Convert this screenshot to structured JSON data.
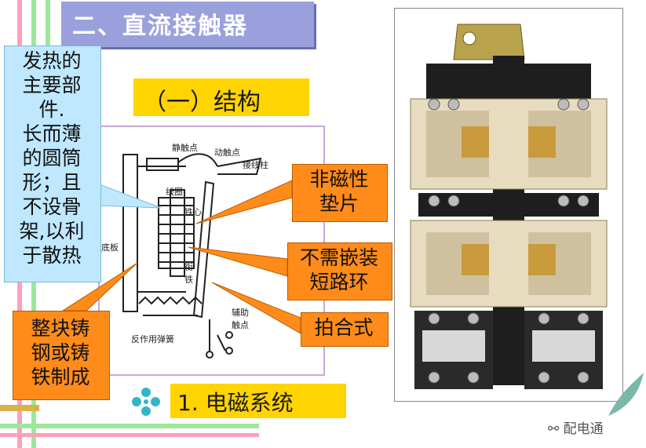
{
  "title": "二、直流接触器",
  "section": "（一）结构",
  "subsection": "1. 电磁系统",
  "callouts": {
    "heat": "发热的\n主要部\n件.\n长而薄\n的圆筒\n形；且\n不设骨\n架,以利\n于散热",
    "non_magnetic": "非磁性\n垫片",
    "no_ring": "不需嵌装\n短路环",
    "clapper": "拍合式",
    "cast": "整块铸\n钢或铸\n铁制成"
  },
  "diagram_labels": {
    "static_contact": "静触点",
    "moving_contact": "动触点",
    "terminal": "接线柱",
    "coil": "线圈",
    "core": "铁心",
    "armature": "衔\n铁",
    "base_plate": "底板",
    "aux_contact": "辅助\n触点",
    "spring": "反作用弹簧"
  },
  "watermark": "配电通",
  "colors": {
    "title_banner": "#9aa0dc",
    "yellow_box": "#ffd400",
    "orange_box": "#ff8c1a",
    "blue_callout": "#bfe8ff",
    "stripe_green": "#9be89b",
    "stripe_pink": "#ff9fb8"
  }
}
